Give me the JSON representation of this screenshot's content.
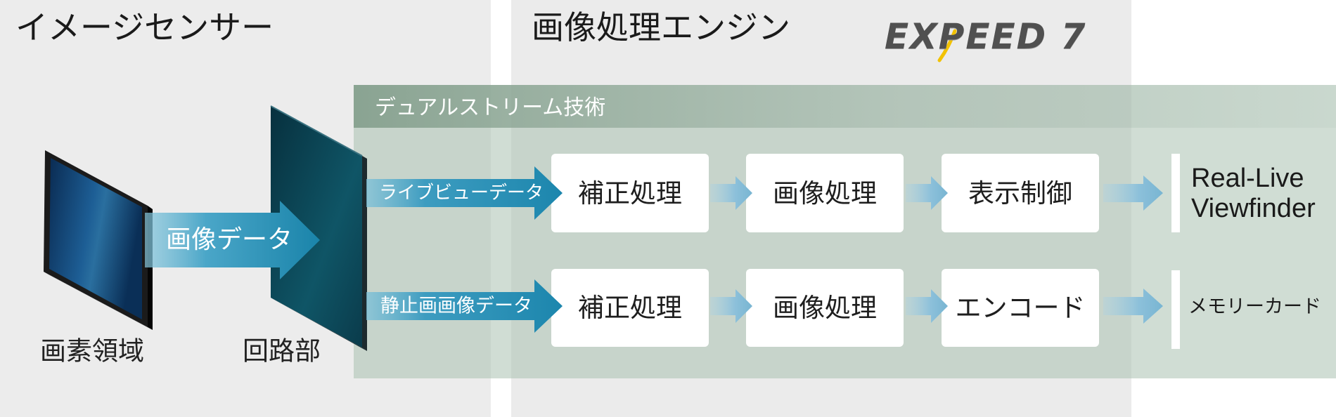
{
  "titles": {
    "sensor": "イメージセンサー",
    "engine": "画像処理エンジン"
  },
  "logo": {
    "text": "EXPEED 7"
  },
  "panel": {
    "title": "デュアルストリーム技術"
  },
  "sensor": {
    "label": "画素領域"
  },
  "circuit": {
    "label": "回路部"
  },
  "main_arrow": {
    "label": "画像データ"
  },
  "streams": [
    {
      "label": "ライブビューデータ",
      "steps": [
        "補正処理",
        "画像処理",
        "表示制御"
      ],
      "output": {
        "line1": "Real-Live",
        "line2": "Viewfinder"
      }
    },
    {
      "label": "静止画画像データ",
      "steps": [
        "補正処理",
        "画像処理",
        "エンコード"
      ],
      "output": {
        "line1": "メモリーカード"
      }
    }
  ],
  "colors": {
    "background": "#ececec",
    "panel": "#c7d4cb",
    "panel_header": "#8fa898",
    "sensor_face": "#1d5e95",
    "circuit_face": "#0f5566",
    "arrow_main": "#1a84aa",
    "arrow_step": "#78b5d2",
    "logo_accent": "#f2c200"
  }
}
